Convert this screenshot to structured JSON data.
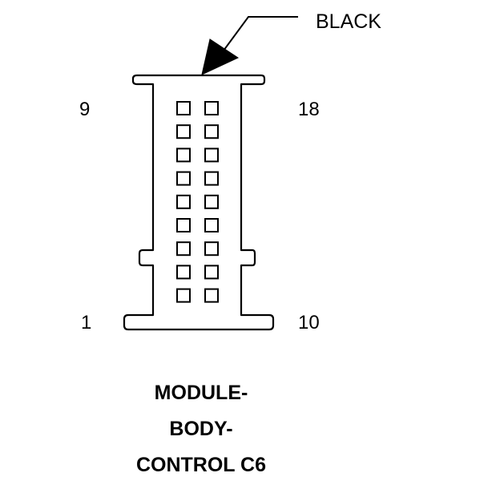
{
  "connector": {
    "color_label": "BLACK",
    "pin_labels": {
      "top_left": "9",
      "top_right": "18",
      "bottom_left": "1",
      "bottom_right": "10"
    },
    "cavity_rows": 9,
    "cavity_columns": 2,
    "title_lines": [
      "MODULE-",
      "BODY-",
      "CONTROL C6"
    ]
  },
  "colors": {
    "stroke": "#000000",
    "background": "#ffffff"
  }
}
